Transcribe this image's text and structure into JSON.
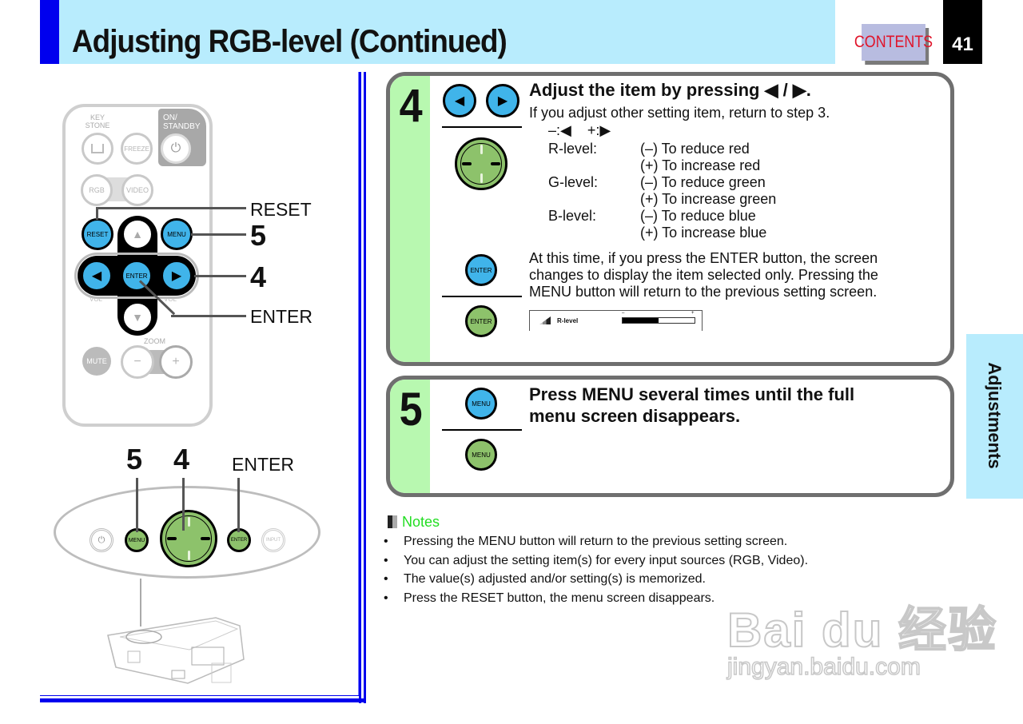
{
  "header": {
    "title": "Adjusting RGB-level (Continued)",
    "contents_label": "CONTENTS",
    "page_number": "41",
    "colors": {
      "header_bg": "#b8ecfd",
      "accent_blue": "#0000ee",
      "contents_text": "#e0142a"
    }
  },
  "side_tab": {
    "label": "Adjustments"
  },
  "remote": {
    "keystone_label": "KEY\nSTONE",
    "on_standby_label": "ON/\nSTANDBY",
    "freeze": "FREEZE",
    "rgb": "RGB",
    "video": "VIDEO",
    "reset": "RESET",
    "menu": "MENU",
    "enter": "ENTER",
    "left_arrow": "◀",
    "right_arrow": "▶",
    "up_arrow": "▲",
    "down_arrow": "▼",
    "vol_minus": "VOL",
    "vol_plus": "VOL",
    "zoom": "ZOOM",
    "mute": "MUTE",
    "zoom_minus": "−",
    "zoom_plus": "+",
    "callouts": {
      "reset": "RESET",
      "step5": "5",
      "step4": "4",
      "enter": "ENTER"
    }
  },
  "panel": {
    "callouts": {
      "step5": "5",
      "step4": "4",
      "enter": "ENTER"
    },
    "menu": "MENU",
    "enter": "ENTER",
    "input": "INPUT"
  },
  "steps": [
    {
      "number": "4",
      "title": "Adjust the item by pressing ◀ / ▶.",
      "subtitle": "If you adjust other setting item, return to step 3.",
      "legend": "–:◀    +:▶",
      "levels": [
        {
          "name": "R-level:",
          "minus": "(–) To reduce red",
          "plus": "(+) To increase red"
        },
        {
          "name": "G-level:",
          "minus": "(–) To reduce green",
          "plus": "(+) To increase green"
        },
        {
          "name": "B-level:",
          "minus": "(–) To reduce blue",
          "plus": "(+) To increase blue"
        }
      ],
      "enter_note": [
        "At this time, if you press the ENTER button, the screen",
        "changes to display the item selected only. Pressing the",
        "MENU button will return to the previous setting screen."
      ],
      "enter_btn": "ENTER",
      "osd": {
        "label": "R-level",
        "value_percent": 50,
        "minus": "–",
        "plus": "+"
      }
    },
    {
      "number": "5",
      "title_lines": [
        "Press MENU several times until the full",
        "menu screen disappears."
      ],
      "menu_btn": "MENU"
    }
  ],
  "notes": {
    "title": "Notes",
    "items": [
      "Pressing the MENU button will return to the previous setting screen.",
      "You can adjust the setting item(s) for every input sources (RGB, Video).",
      "The value(s) adjusted and/or setting(s) is memorized.",
      "Press the RESET button, the menu screen disappears."
    ],
    "bullet": "•"
  },
  "watermark": {
    "logo": "Bai du 经验",
    "url": "jingyan.baidu.com"
  }
}
